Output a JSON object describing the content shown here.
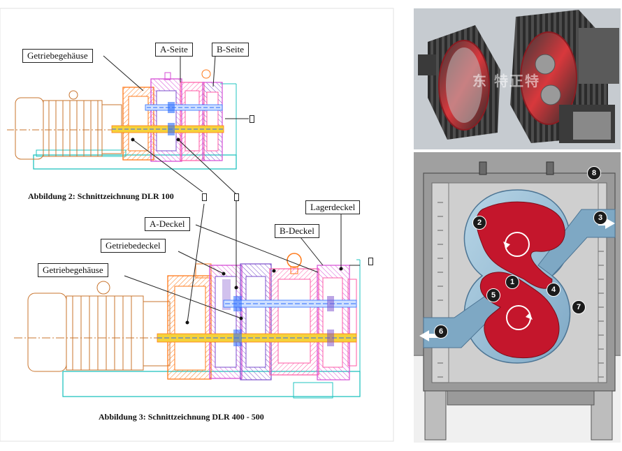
{
  "top_drawing": {
    "labels": {
      "getriebegehaeuse": "Getriebegehäuse",
      "a_seite": "A-Seite",
      "b_seite": "B-Seite"
    },
    "caption": "Abbildung 2: Schnittzeichnung DLR 100"
  },
  "bottom_drawing": {
    "labels": {
      "lagerdeckel": "Lagerdeckel",
      "a_deckel": "A-Deckel",
      "b_deckel": "B-Deckel",
      "getriebedeckel": "Getriebedeckel",
      "getriebegehaeuse": "Getriebegehäuse"
    },
    "caption": "Abbildung 3: Schnittzeichnung DLR 400 - 500"
  },
  "photo": {
    "watermark": "东  特正特"
  },
  "schematic": {
    "numbers": [
      "1",
      "2",
      "3",
      "4",
      "5",
      "6",
      "7",
      "8"
    ]
  },
  "colors": {
    "motor": "#c8742e",
    "base": "#22c4c0",
    "gear": "#ff7a1a",
    "magenta": "#d64dd6",
    "purple": "#7a4ccc",
    "pink": "#ff5aa6",
    "blue_shaft": "#2a6cff",
    "rotor_red": "#c4162c",
    "casing_grey": "#d3d3d3",
    "chamber_blue": "#9ec3dc",
    "schematic_bg": "#8a8a8a",
    "photo_bg": "#b8bec4"
  }
}
